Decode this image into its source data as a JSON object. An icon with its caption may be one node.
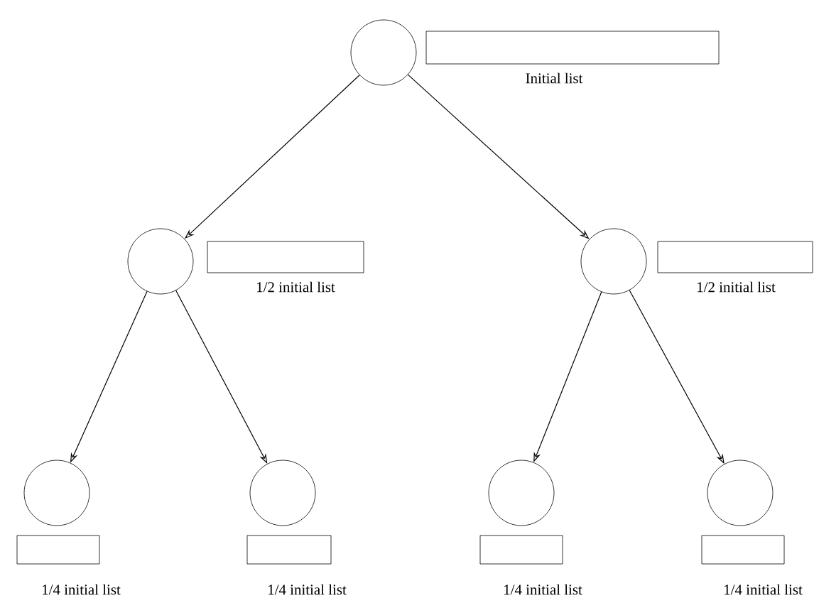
{
  "diagram": {
    "nodes": [
      {
        "text": [],
        "shape": "circle"
      },
      {
        "text": [
          "Initial list"
        ]
      },
      {
        "text": [],
        "shape": "circle"
      },
      {
        "text": [
          "1/2 initial list"
        ]
      },
      {
        "text": [],
        "shape": "circle"
      },
      {
        "text": [
          "1/2 initial list"
        ]
      },
      {
        "text": [],
        "shape": "circle"
      },
      {
        "text": [
          "1/4 initial list"
        ]
      },
      {
        "text": [],
        "shape": "circle"
      },
      {
        "text": [
          "1/4 initial list"
        ]
      },
      {
        "text": [],
        "shape": "circle"
      },
      {
        "text": [
          "1/4 initial list"
        ]
      },
      {
        "text": [],
        "shape": "circle"
      },
      {
        "text": [
          "1/4 initial list"
        ]
      }
    ],
    "edges": [
      {
        "from": 0,
        "to": 2,
        "arrow": "to"
      },
      {
        "from": 0,
        "to": 4,
        "arrow": "to"
      },
      {
        "from": 2,
        "to": 6,
        "arrow": "to"
      },
      {
        "from": 2,
        "to": 8,
        "arrow": "to"
      },
      {
        "from": 4,
        "to": 10,
        "arrow": "to"
      },
      {
        "from": 4,
        "to": 12,
        "arrow": "to"
      }
    ]
  }
}
